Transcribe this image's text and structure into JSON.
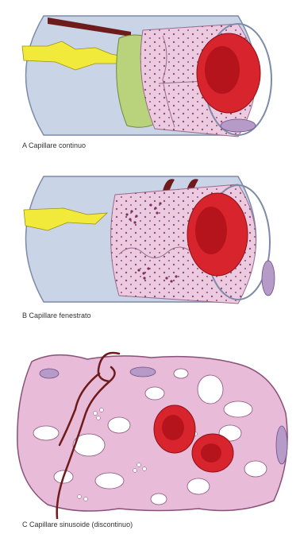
{
  "figure": {
    "panels": [
      {
        "id": "A",
        "caption": "A Capillare continuo",
        "type": "continuous"
      },
      {
        "id": "B",
        "caption": "B Capillare fenestrato",
        "type": "fenestrated"
      },
      {
        "id": "C",
        "caption": "C Capillare sinusoide (discontinuo)",
        "type": "sinusoidal"
      }
    ],
    "colors": {
      "outer_tube": "#c9d4e6",
      "tube_edge": "#7d8aa8",
      "endothelium_pink": "#eccbe0",
      "dots": "#7a2f63",
      "red_cell": "#d8242c",
      "red_cell_inner": "#b5141c",
      "yellow_nerve": "#f2ea3a",
      "green_layer": "#b9d37c",
      "brown_fiber": "#6e1b1b",
      "nucleus": "#b69ac8"
    }
  }
}
